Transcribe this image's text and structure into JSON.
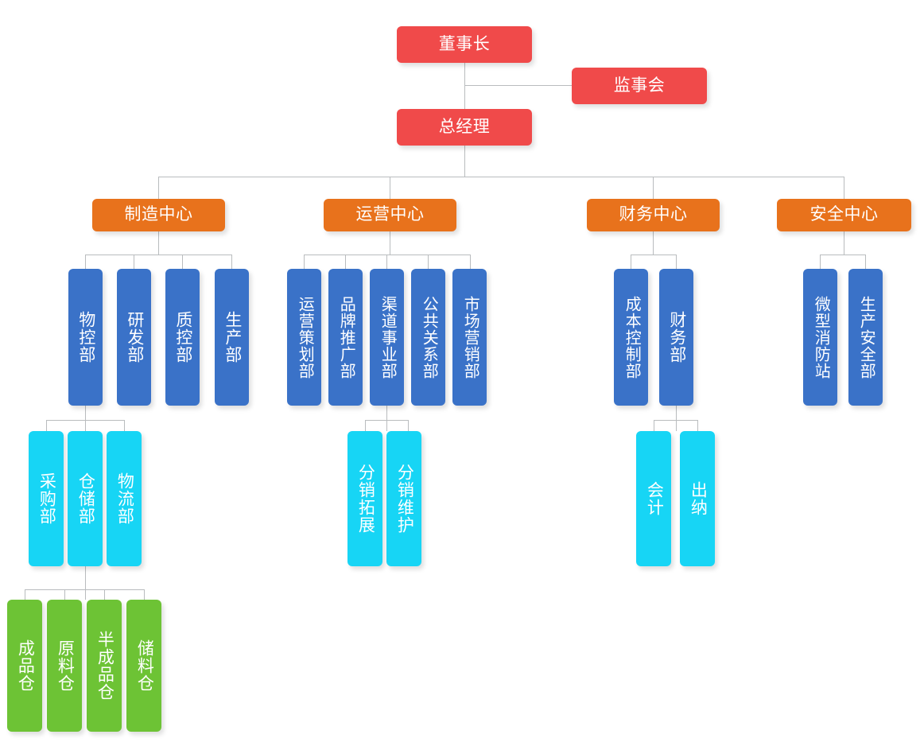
{
  "chart_title": "",
  "palette": {
    "executive_red": "#F04A4A",
    "center_orange": "#E8721C",
    "department_blue": "#3A72C8",
    "subunit_cyan": "#17D5F5",
    "warehouse_green": "#6DC335",
    "connector_gray": "#b9bcbe",
    "background": "#ffffff",
    "text": "#ffffff"
  },
  "org": {
    "chairman": {
      "label": "董事长",
      "level": "executive"
    },
    "supervisory_board": {
      "label": "监事会",
      "level": "executive"
    },
    "general_manager": {
      "label": "总经理",
      "level": "executive"
    },
    "centers": [
      {
        "label": "制造中心",
        "departments": [
          {
            "label": "物控部",
            "subunits": [
              {
                "label": "采购部"
              },
              {
                "label": "仓储部",
                "warehouses": [
                  {
                    "label": "成品仓"
                  },
                  {
                    "label": "原料仓"
                  },
                  {
                    "label": "半成品仓"
                  },
                  {
                    "label": "储料仓"
                  }
                ]
              },
              {
                "label": "物流部"
              }
            ]
          },
          {
            "label": "研发部",
            "subunits": []
          },
          {
            "label": "质控部",
            "subunits": []
          },
          {
            "label": "生产部",
            "subunits": []
          }
        ]
      },
      {
        "label": "运营中心",
        "departments": [
          {
            "label": "运营策划部",
            "subunits": []
          },
          {
            "label": "品牌推广部",
            "subunits": []
          },
          {
            "label": "渠道事业部",
            "subunits": [
              {
                "label": "分销拓展"
              },
              {
                "label": "分销维护"
              }
            ]
          },
          {
            "label": "公共关系部",
            "subunits": []
          },
          {
            "label": "市场营销部",
            "subunits": []
          }
        ]
      },
      {
        "label": "财务中心",
        "departments": [
          {
            "label": "成本控制部",
            "subunits": []
          },
          {
            "label": "财务部",
            "subunits": [
              {
                "label": "会计"
              },
              {
                "label": "出纳"
              }
            ]
          }
        ]
      },
      {
        "label": "安全中心",
        "departments": [
          {
            "label": "微型消防站",
            "subunits": []
          },
          {
            "label": "生产安全部",
            "subunits": []
          }
        ]
      }
    ]
  }
}
